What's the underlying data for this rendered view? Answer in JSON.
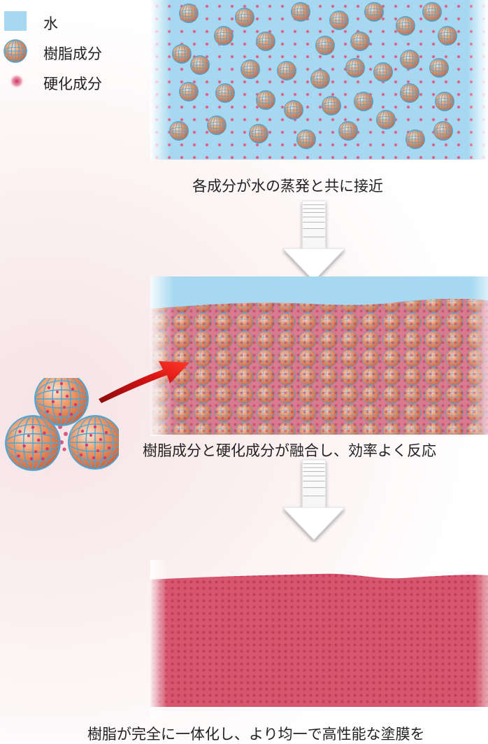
{
  "legend": {
    "water_label": "水",
    "resin_label": "樹脂成分",
    "hardener_label": "硬化成分"
  },
  "captions": {
    "step1": "各成分が水の蒸発と共に接近",
    "step2": "樹脂成分と硬化成分が融合し、効率よく反応",
    "step3": "樹脂が完全に一体化し、より均一で高性能な塗膜を"
  },
  "colors": {
    "water": "#a6d9f1",
    "resin_orange": "#ec8d5c",
    "resin_grid": "#4aa6d8",
    "hardener": "#d84a7a",
    "film": "#d5566d",
    "pointer_arrow": "#e01616"
  },
  "icons": {
    "down_arrow": "down-arrow-icon",
    "pointer_arrow": "red-arrow-icon",
    "resin": "resin-sphere-icon",
    "hardener": "hardener-dot-icon"
  }
}
